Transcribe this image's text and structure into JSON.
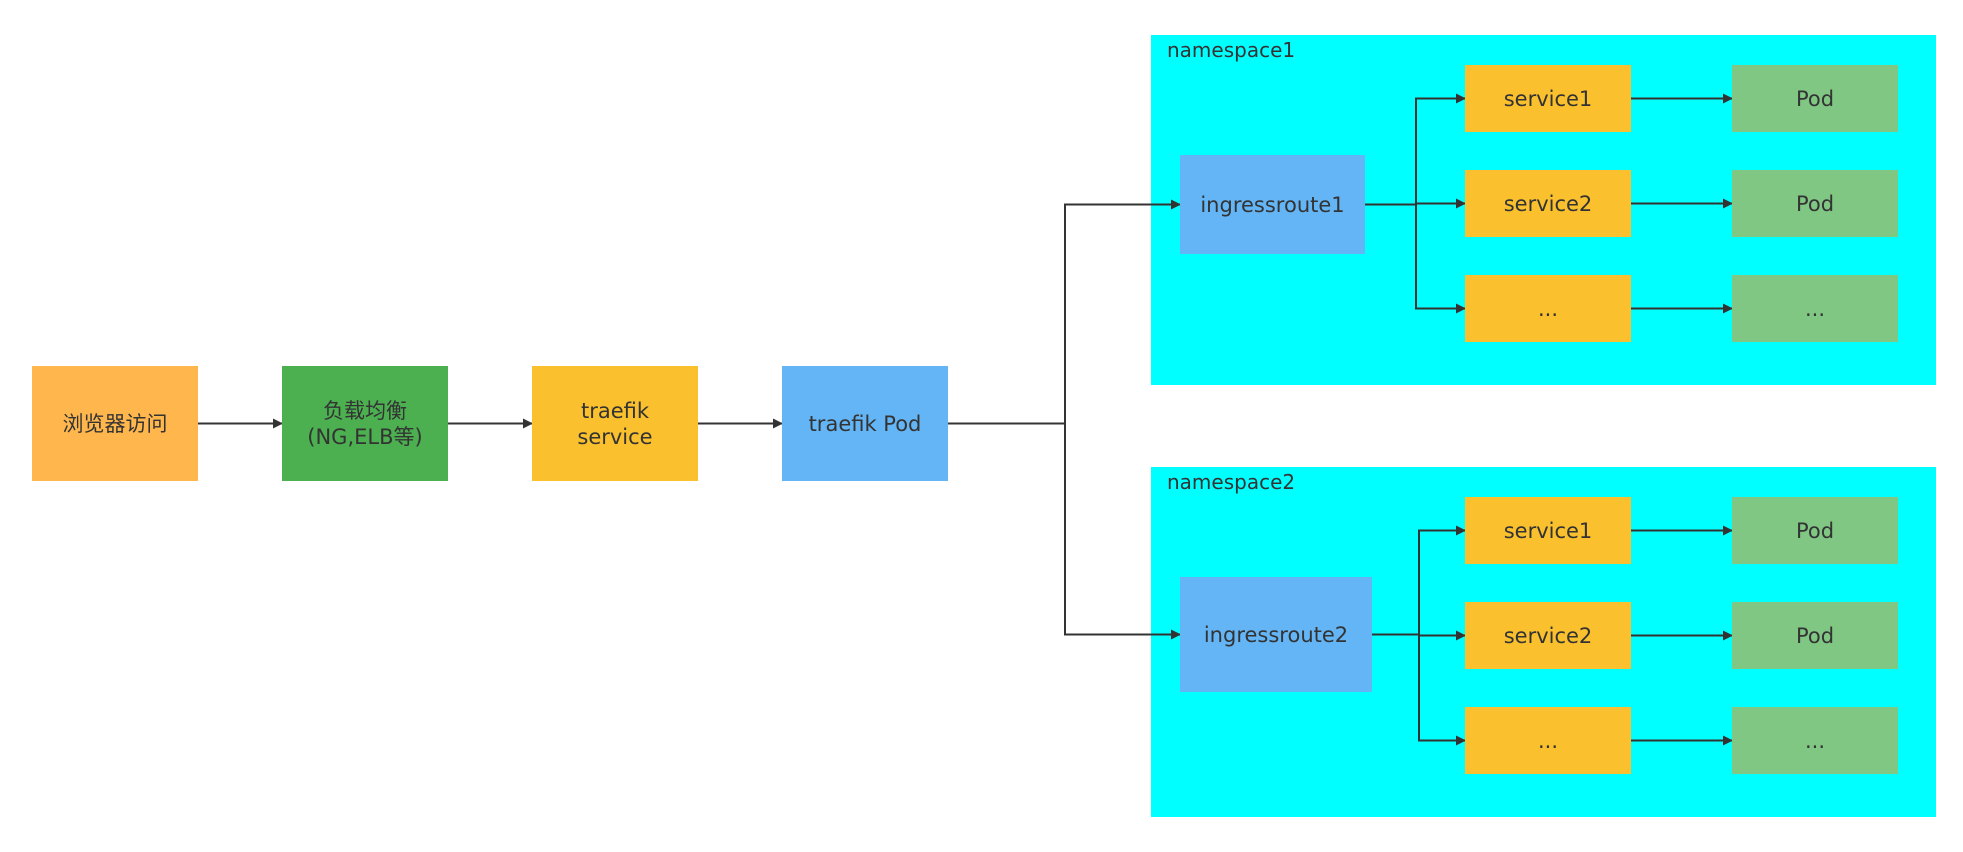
{
  "colors": {
    "namespace": "#00ffff",
    "orange": "#ffb74d",
    "green": "#4caf50",
    "yellow": "#fbc02d",
    "blue": "#64b5f6",
    "pod": "#81c784",
    "edge": "#333333",
    "text": "#333333"
  },
  "nodes": {
    "browser": {
      "label": "浏览器访问",
      "color": "orange"
    },
    "lb": {
      "label": "负载均衡\n(NG,ELB等)",
      "color": "green"
    },
    "traefik_service": {
      "label": "traefik\nservice",
      "color": "yellow"
    },
    "traefik_pod": {
      "label": "traefik Pod",
      "color": "blue"
    },
    "ir1": {
      "label": "ingressroute1",
      "color": "blue"
    },
    "ns1_svc1": {
      "label": "service1",
      "color": "yellow"
    },
    "ns1_svc2": {
      "label": "service2",
      "color": "yellow"
    },
    "ns1_svc3": {
      "label": "...",
      "color": "yellow"
    },
    "ns1_pod1": {
      "label": "Pod",
      "color": "pod"
    },
    "ns1_pod2": {
      "label": "Pod",
      "color": "pod"
    },
    "ns1_pod3": {
      "label": "...",
      "color": "pod"
    },
    "ir2": {
      "label": "ingressroute2",
      "color": "blue"
    },
    "ns2_svc1": {
      "label": "service1",
      "color": "yellow"
    },
    "ns2_svc2": {
      "label": "service2",
      "color": "yellow"
    },
    "ns2_svc3": {
      "label": "...",
      "color": "yellow"
    },
    "ns2_pod1": {
      "label": "Pod",
      "color": "pod"
    },
    "ns2_pod2": {
      "label": "Pod",
      "color": "pod"
    },
    "ns2_pod3": {
      "label": "...",
      "color": "pod"
    }
  },
  "namespaces": {
    "ns1": {
      "label": "namespace1",
      "color": "namespace"
    },
    "ns2": {
      "label": "namespace2",
      "color": "namespace"
    }
  },
  "edges": [
    {
      "from": "browser",
      "to": "lb"
    },
    {
      "from": "lb",
      "to": "traefik_service"
    },
    {
      "from": "traefik_service",
      "to": "traefik_pod"
    },
    {
      "from": "traefik_pod",
      "to": "ir1"
    },
    {
      "from": "traefik_pod",
      "to": "ir2"
    },
    {
      "from": "ir1",
      "to": "ns1_svc1"
    },
    {
      "from": "ir1",
      "to": "ns1_svc2"
    },
    {
      "from": "ir1",
      "to": "ns1_svc3"
    },
    {
      "from": "ns1_svc1",
      "to": "ns1_pod1"
    },
    {
      "from": "ns1_svc2",
      "to": "ns1_pod2"
    },
    {
      "from": "ns1_svc3",
      "to": "ns1_pod3"
    },
    {
      "from": "ir2",
      "to": "ns2_svc1"
    },
    {
      "from": "ir2",
      "to": "ns2_svc2"
    },
    {
      "from": "ir2",
      "to": "ns2_svc3"
    },
    {
      "from": "ns2_svc1",
      "to": "ns2_pod1"
    },
    {
      "from": "ns2_svc2",
      "to": "ns2_pod2"
    },
    {
      "from": "ns2_svc3",
      "to": "ns2_pod3"
    }
  ]
}
